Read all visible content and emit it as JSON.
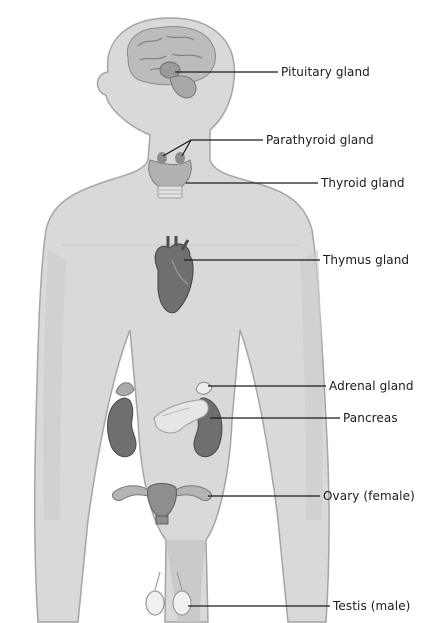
{
  "labels": {
    "pituitary": "Pituitary gland",
    "parathyroid": "Parathyroid gland",
    "thyroid": "Thyroid gland",
    "thymus": "Thymus gland",
    "adrenal": "Adrenal gland",
    "pancreas": "Pancreas",
    "ovary": "Ovary (female)",
    "testis": "Testis (male)"
  },
  "colors": {
    "body_fill": "#d9d9d9",
    "body_shadow": "#c4c4c4",
    "outline": "#8e8e8e",
    "organ_dark": "#6f6f6f",
    "organ_mid": "#9a9a9a",
    "organ_light": "#e9e9e9",
    "leader_line": "#1b1b1b",
    "text": "#1b1b1b"
  }
}
